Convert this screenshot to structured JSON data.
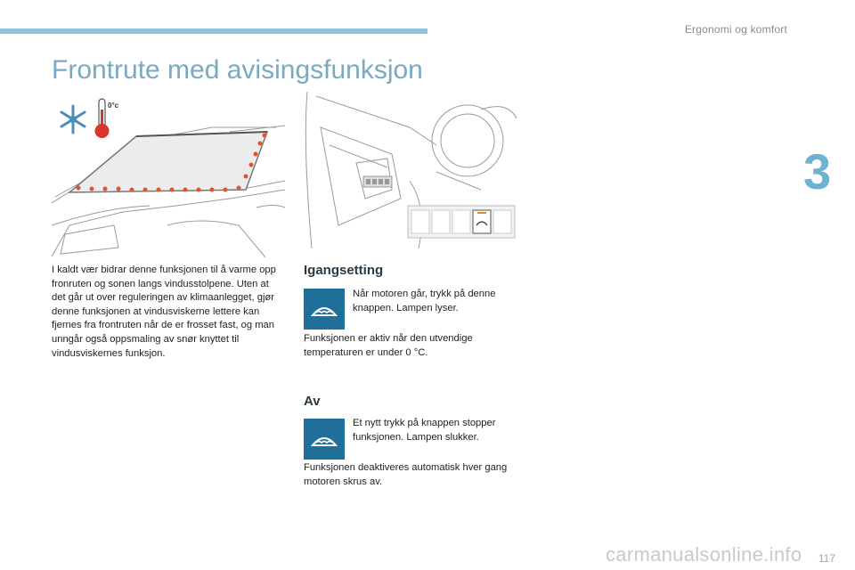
{
  "header": {
    "section_title": "Ergonomi og komfort",
    "chapter_number": "3"
  },
  "page": {
    "title": "Frontrute med avisingsfunksjon",
    "page_number": "117"
  },
  "intro": "I kaldt vær bidrar denne funksjonen til å varme opp fronruten og sonen langs vindusstolpene. Uten at det går ut over reguleringen av klimaanlegget, gjør denne funksjonen at vindusviskerne lettere kan fjernes fra frontruten når de er frosset fast, og man unngår også oppsmaling av snør knyttet til vindusviskernes funksjon.",
  "figure_left": {
    "temp_label": "0°c",
    "icons": [
      "snowflake-icon",
      "thermometer-icon"
    ]
  },
  "start": {
    "heading": "Igangsetting",
    "step": "Når motoren går, trykk på denne knappen. Lampen lyser.",
    "note": "Funksjonen er aktiv når den utvendige temperaturen er under 0 °C."
  },
  "stop": {
    "heading": "Av",
    "step": "Et nytt trykk på knappen stopper funksjonen. Lampen slukker.",
    "note": "Funksjonen deaktiveres automatisk hver gang motoren skrus av."
  },
  "watermark": "carmanualsonline.info",
  "colors": {
    "accent_bar": "#8fc3dc",
    "title": "#7aa9c2",
    "chapter": "#6fb3d3",
    "button": "#1f6f9a",
    "heater_dots": "#e0562a"
  }
}
